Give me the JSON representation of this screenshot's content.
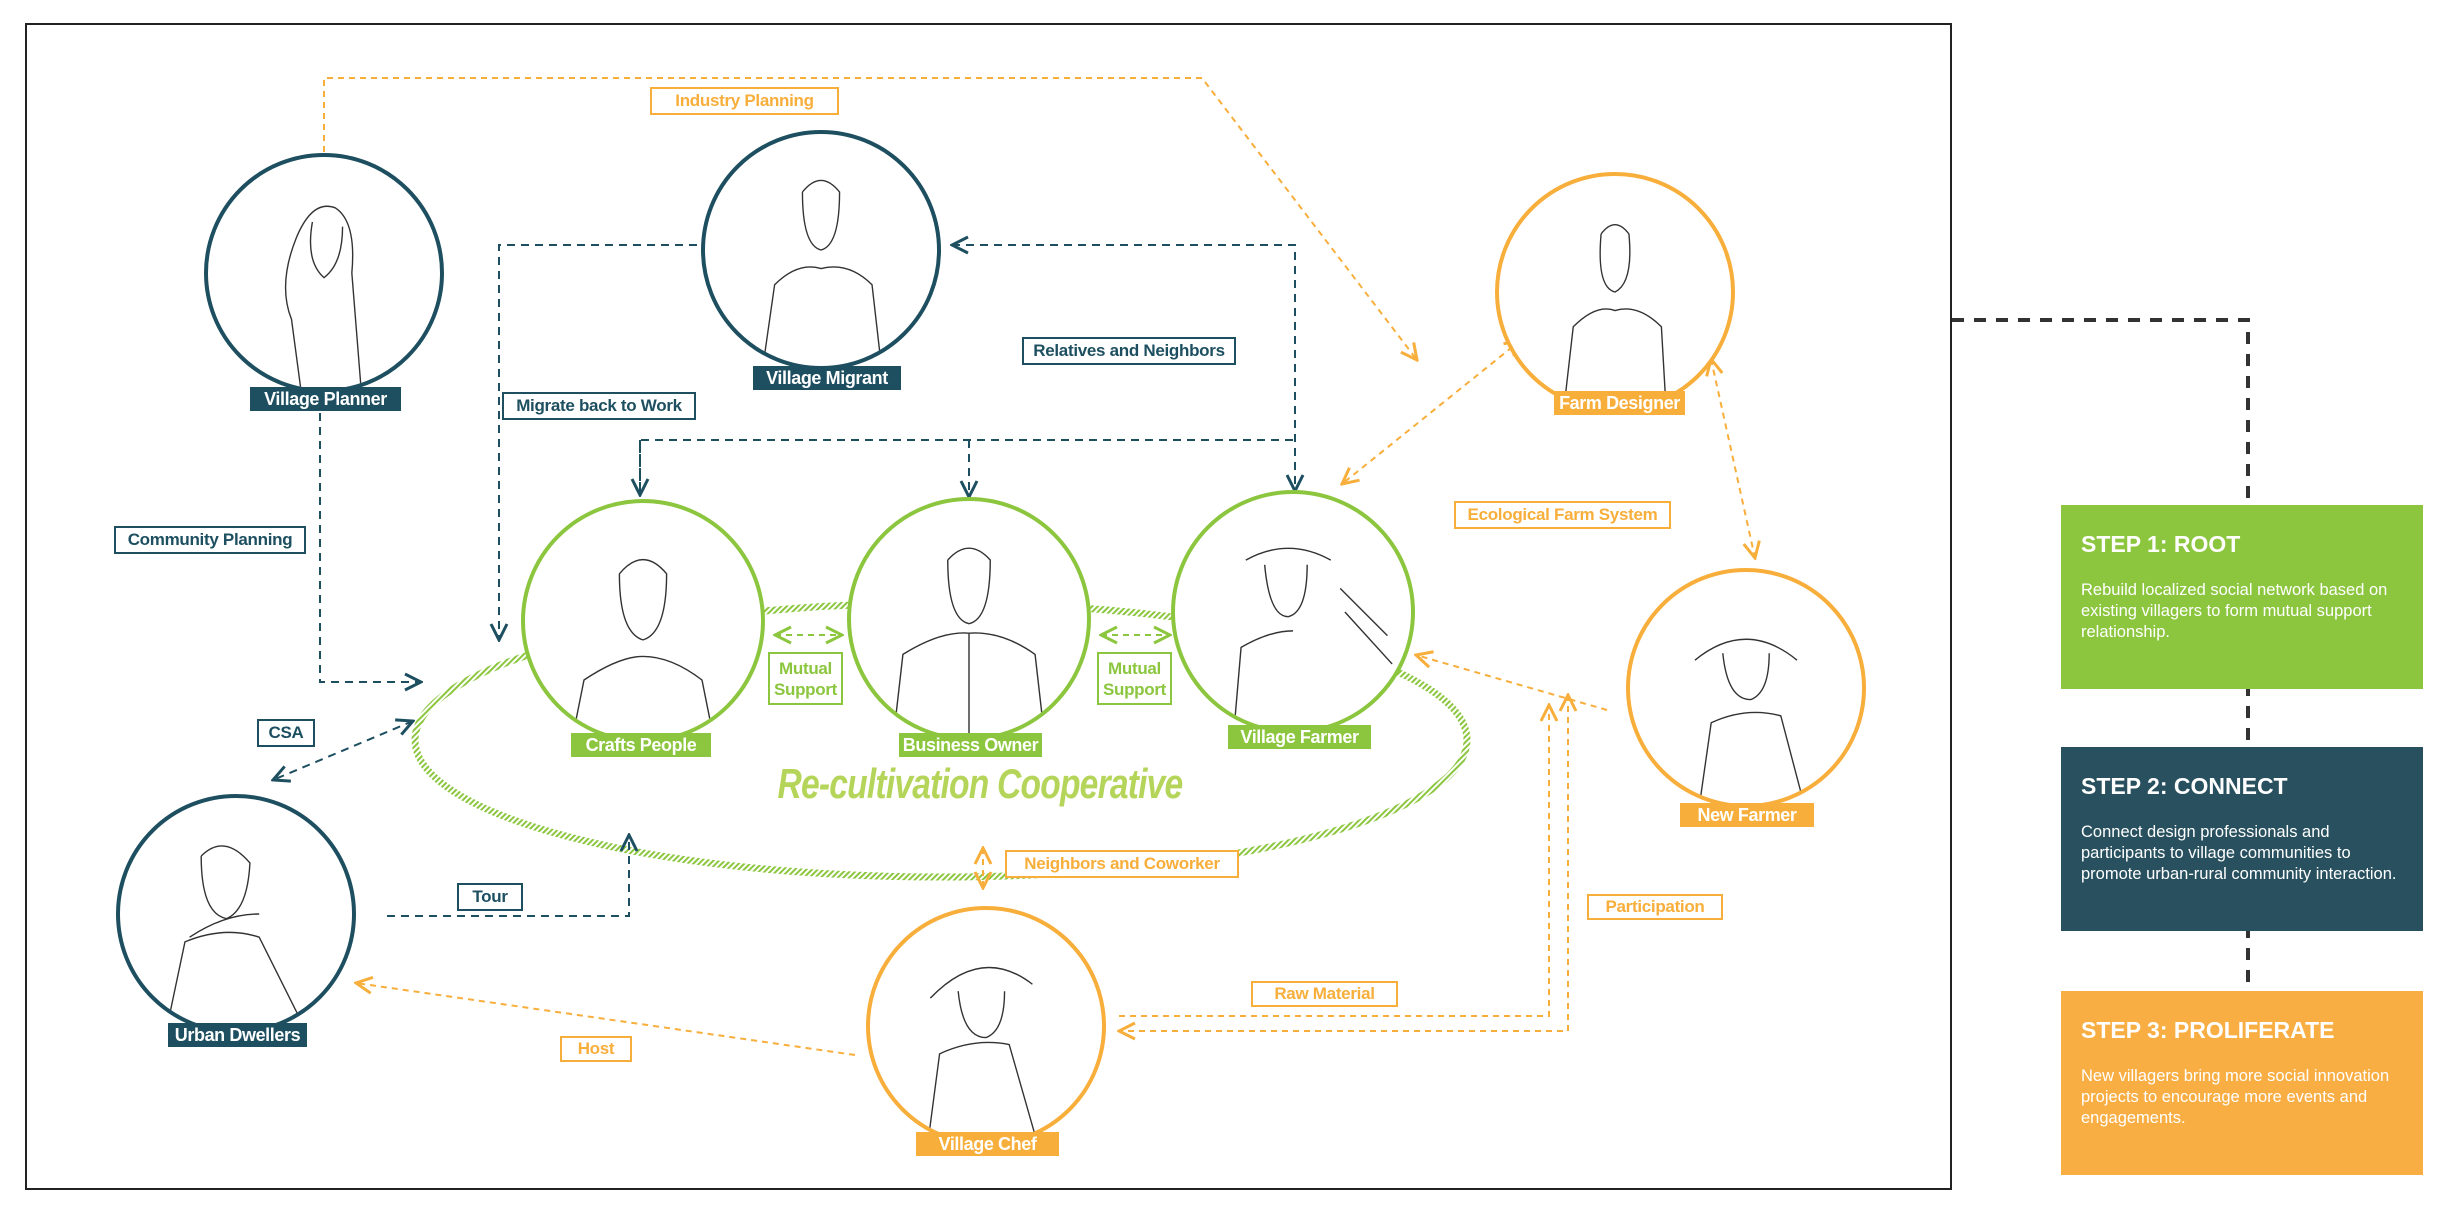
{
  "colors": {
    "teal": "#1d4f60",
    "green": "#8cc63f",
    "orange": "#f8ae3b",
    "step1": "#8cc63f",
    "step2": "#28505e",
    "step3": "#f9ae44"
  },
  "people": {
    "village_planner": "Village Planner",
    "village_migrant": "Village Migrant",
    "farm_designer": "Farm Designer",
    "crafts_people": "Crafts People",
    "business_owner": "Business Owner",
    "village_farmer": "Village Farmer",
    "new_farmer": "New Farmer",
    "urban_dwellers": "Urban Dwellers",
    "village_chef": "Village Chef"
  },
  "relations": {
    "industry_planning": "Industry Planning",
    "relatives_neighbors": "Relatives and Neighbors",
    "migrate_back": "Migrate back to Work",
    "community_planning": "Community Planning",
    "ecological_farm": "Ecological Farm System",
    "csa": "CSA",
    "tour": "Tour",
    "neighbors_coworker": "Neighbors and Coworker",
    "participation": "Participation",
    "raw_material": "Raw Material",
    "host": "Host",
    "mutual_1": "Mutual",
    "support_1": "Support",
    "mutual_2": "Mutual",
    "support_2": "Support"
  },
  "cooperative_title": "Re-cultivation Cooperative",
  "steps": [
    {
      "title": "STEP 1: ROOT",
      "text": "Rebuild localized social network based on existing villagers to form mutual support relationship."
    },
    {
      "title": "STEP 2: CONNECT",
      "text": "Connect design professionals and participants to village communities to promote urban-rural community interaction."
    },
    {
      "title": "STEP 3: PROLIFERATE",
      "text": "New villagers bring more social innovation projects to encourage more events and engagements."
    }
  ]
}
